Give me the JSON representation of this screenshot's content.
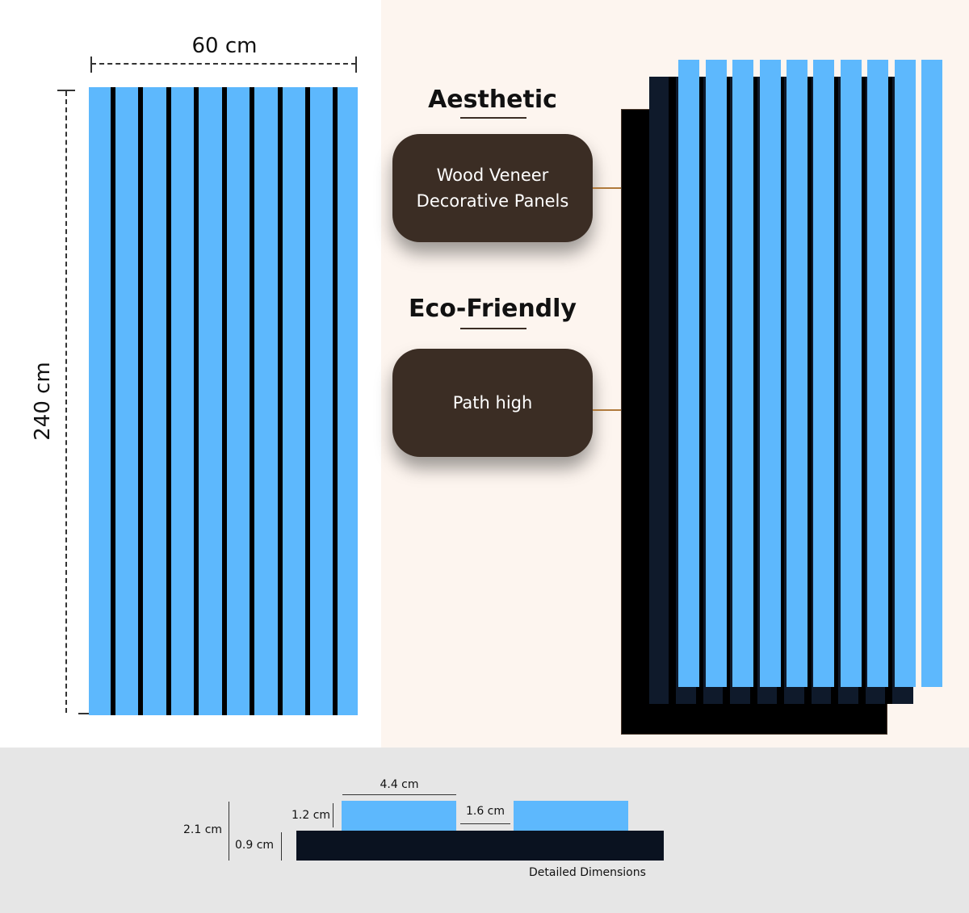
{
  "dimensions": {
    "width_label": "60 cm",
    "height_label": "240 cm"
  },
  "features": [
    {
      "heading": "Aesthetic",
      "badge": "Wood Veneer\nDecorative Panels"
    },
    {
      "heading": "Eco-Friendly",
      "badge": "Path high"
    }
  ],
  "cross_section": {
    "slat_width": "4.4 cm",
    "gap_width": "1.6 cm",
    "slat_height": "1.2 cm",
    "total_height": "2.1 cm",
    "base_height": "0.9 cm",
    "caption": "Detailed Dimensions"
  },
  "colors": {
    "slat": "#5db8fd",
    "backing": "#000000",
    "backing_dark": "#0f1a2b",
    "badge": "#3b2d24",
    "connector": "#b07a3c",
    "right_bg": "#fdf5ef",
    "bottom_bg": "#e6e6e6"
  }
}
